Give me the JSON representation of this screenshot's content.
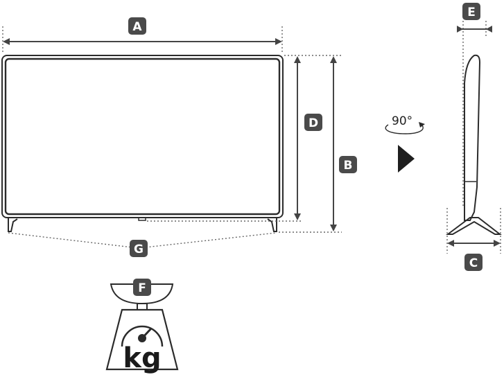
{
  "labels": {
    "width": "A",
    "height_with_stand": "B",
    "stand_depth": "C",
    "screen_height": "D",
    "depth": "E",
    "weight": "F",
    "stand_width": "G"
  },
  "rotation": {
    "angle": "90°"
  },
  "scale": {
    "unit": "kg"
  }
}
